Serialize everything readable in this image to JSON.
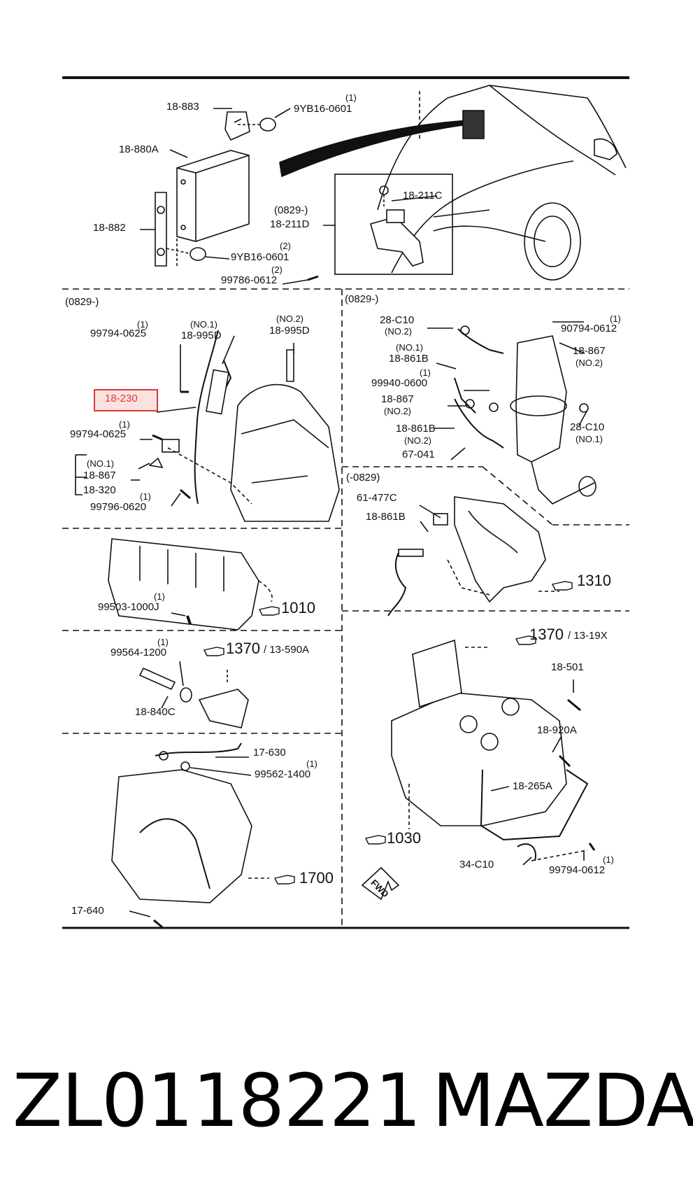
{
  "highlight": {
    "part": "18-230",
    "color": "#d93a3a"
  },
  "labels": {
    "p18_883": "18-883",
    "p9yb16_0601_a": "9YB16-0601",
    "q1_a": "(1)",
    "p18_880a": "18-880A",
    "p18_882": "18-882",
    "q2_a": "(2)",
    "p9yb16_0601_b": "9YB16-0601",
    "q2_b": "(2)",
    "p99786_0612": "99786-0612",
    "r0829_a": "(0829-)",
    "p18_211d": "18-211D",
    "p18_211c": "18-211C",
    "r0829_b": "(0829-)",
    "q1_b": "(1)",
    "p99794_0625_a": "99794-0625",
    "no1_a": "(NO.1)",
    "p18_995d_a": "18-995D",
    "no2_a": "(NO.2)",
    "p18_995d_b": "18-995D",
    "q1_c": "(1)",
    "p99794_0625_b": "99794-0625",
    "no1_b": "(NO.1)",
    "p18_867_a": "18-867",
    "p18_320": "18-320",
    "q1_d": "(1)",
    "p99796_0620": "99796-0620",
    "r0829_c": "(0829-)",
    "p28_c10_a": "28-C10",
    "no2_b": "(NO.2)",
    "q1_e": "(1)",
    "p90794_0612": "90794-0612",
    "no1_c": "(NO.1)",
    "p18_861b_a": "18-861B",
    "p18_867_b": "18-867",
    "no2_c": "(NO.2)",
    "q1_f": "(1)",
    "p99940_0600": "99940-0600",
    "p18_867_c": "18-867",
    "no2_d": "(NO.2)",
    "p28_c10_b": "28-C10",
    "no1_d": "(NO.1)",
    "p18_861b_b": "18-861B",
    "no2_e": "(NO.2)",
    "p67_041": "67-041",
    "r0829_d": "(-0829)",
    "p61_477c": "61-477C",
    "p18_861b_c": "18-861B",
    "ref1310": "1310",
    "q1_g": "(1)",
    "p99503_1000": "99503-1000J",
    "ref1010": "1010",
    "ref1370_a": "1370",
    "ref13_19x": "/ 13-19X",
    "q1_h": "(1)",
    "p99564_1200": "99564-1200",
    "ref1370_b": "1370",
    "ref13_590a": "/ 13-590A",
    "p18_840c": "18-840C",
    "p18_501": "18-501",
    "p18_920a": "18-920A",
    "p17_630": "17-630",
    "q1_i": "(1)",
    "p99562_1400": "99562-1400",
    "p18_265a": "18-265A",
    "ref1030": "1030",
    "ref1700": "1700",
    "q1_j": "(1)",
    "p99794_0612": "99794-0612",
    "p34_c10": "34-C10",
    "p17_640": "17-640",
    "fwd": "FWD"
  },
  "footer": {
    "part_number": "ZL0118221",
    "brand": "MAZDA"
  }
}
